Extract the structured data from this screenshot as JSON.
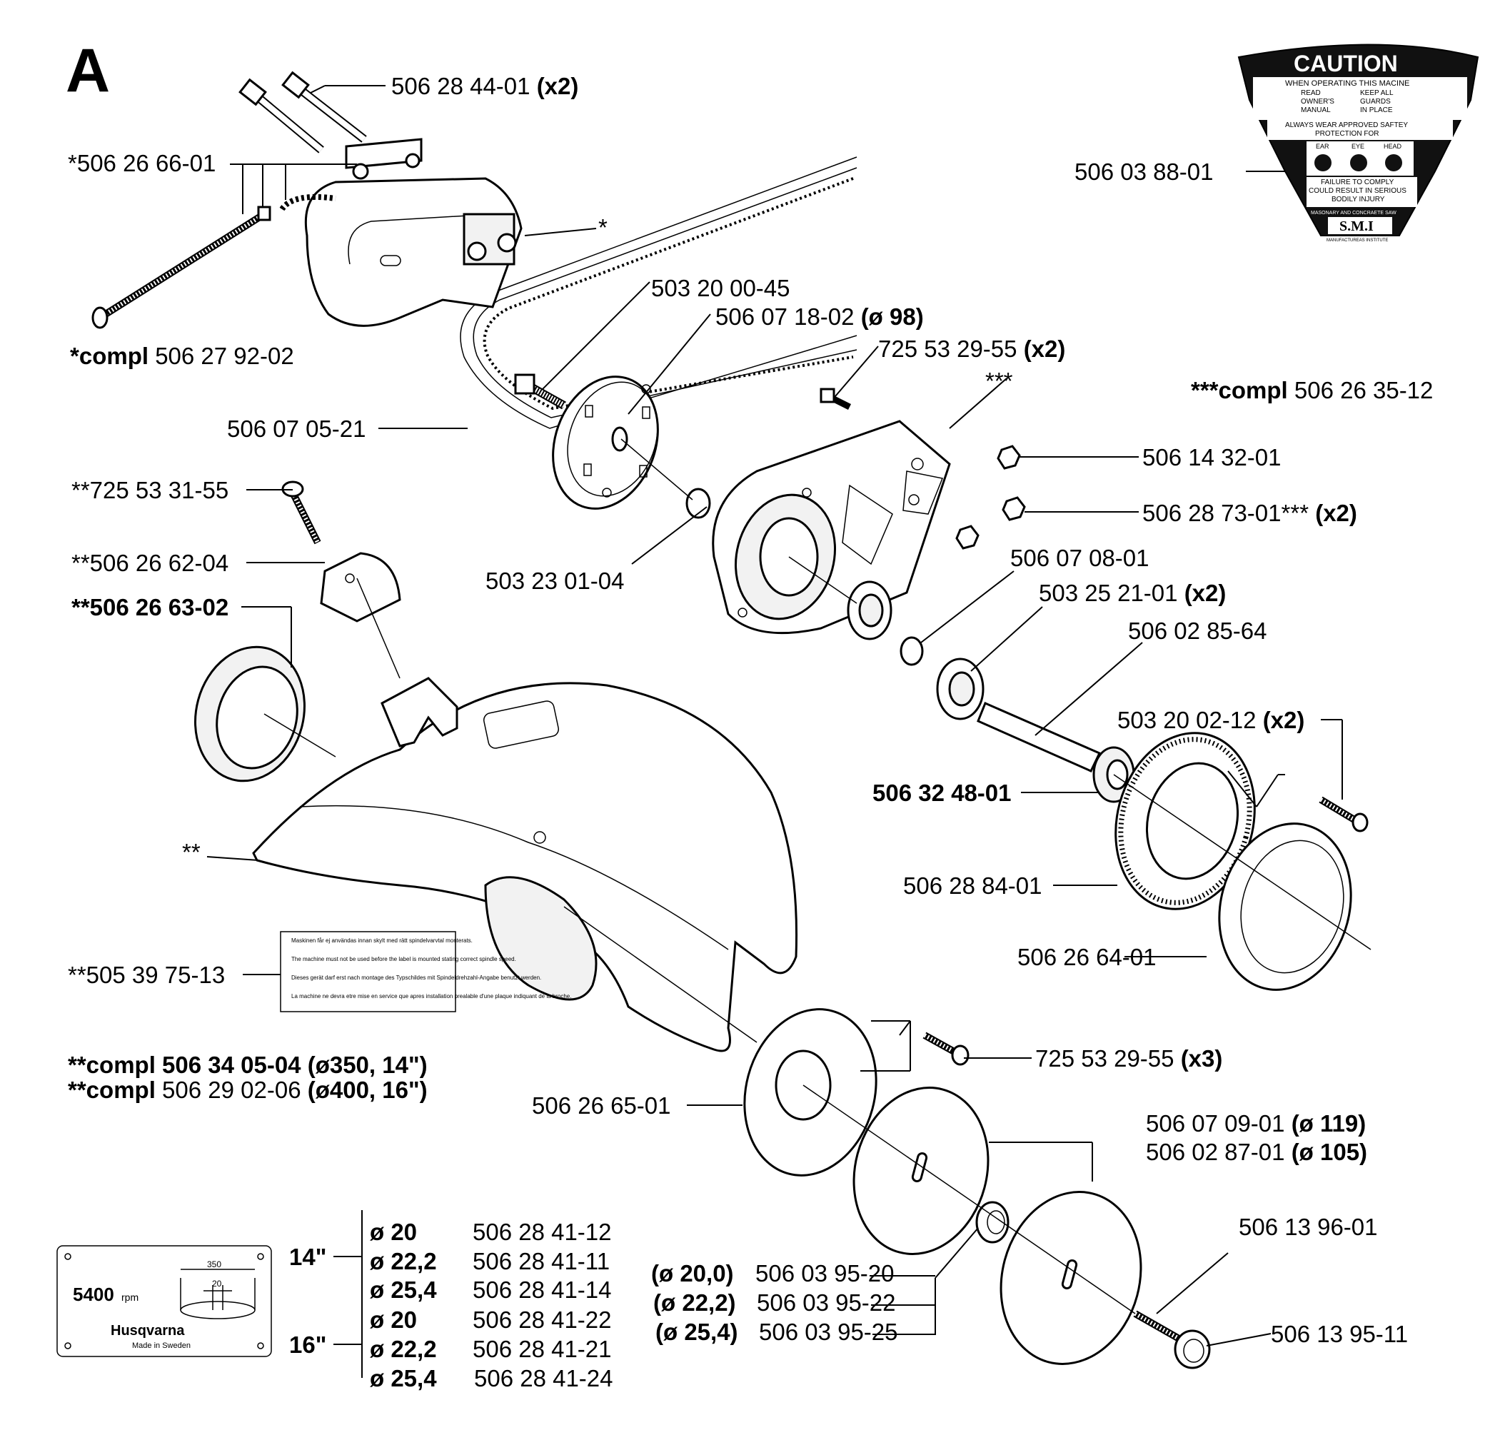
{
  "section_letter": "A",
  "labels": {
    "l_5062844": {
      "p": "506 28 44-01",
      "b": "(x2)"
    },
    "l_5062666": {
      "p": "*506 26 66-01"
    },
    "l_star": {
      "p": "*"
    },
    "l_compl1": {
      "b": "*compl",
      "p": " 506 27 92-02"
    },
    "l_5032000": {
      "p": "503 20 00-45"
    },
    "l_5060718": {
      "p": "506 07 18-02",
      "b": "(ø 98)"
    },
    "l_7255329a": {
      "p": "725 53 29-55",
      "b": "(x2)"
    },
    "l_3star": {
      "p": "***"
    },
    "l_compl3": {
      "b": "***compl",
      "p": " 506 26 35-12"
    },
    "l_5060705": {
      "p": "506 07 05-21"
    },
    "l_5061432": {
      "p": "506 14 32-01"
    },
    "l_5062873": {
      "p": "506 28 73-01***",
      "b": "(x2)"
    },
    "l_7255331": {
      "p": "**725 53 31-55"
    },
    "l_5062662": {
      "p": "**506 26 62-04"
    },
    "l_5062663": {
      "b": "**506 26 63-02"
    },
    "l_5032301": {
      "p": "503 23 01-04"
    },
    "l_5060708": {
      "p": "506 07 08-01"
    },
    "l_5032521": {
      "p": "503 25 21-01",
      "b": "(x2)"
    },
    "l_5060285": {
      "p": "506 02 85-64"
    },
    "l_5032002": {
      "p": "503 20 02-12",
      "b": "(x2)"
    },
    "l_5063248": {
      "b": "506 32 48-01"
    },
    "l_2star": {
      "p": "**"
    },
    "l_5062884": {
      "p": "506 28 84-01"
    },
    "l_5062664": {
      "p": "506 26 64-01"
    },
    "l_5053975": {
      "p": "**505 39 75-13"
    },
    "l_compl350": {
      "b": "**compl 506 34 05-04 (ø350, 14\")"
    },
    "l_compl400_a": {
      "b": "**compl",
      "p": " 506 29 02-06 "
    },
    "l_compl400_b": {
      "b": "(ø400, 16\")"
    },
    "l_7255329b": {
      "p": "725 53 29-55",
      "b": "(x3)"
    },
    "l_5062665": {
      "p": "506 26 65-01"
    },
    "l_5060709": {
      "p": "506 07 09-01",
      "b": "(ø 119)"
    },
    "l_5060287": {
      "p": "506 02 87-01",
      "b": "(ø 105)"
    },
    "l_5061396": {
      "p": "506 13 96-01"
    },
    "l_5061395": {
      "p": "506 13 95-11"
    },
    "l_5060388": {
      "p": "506 03 88-01"
    }
  },
  "washer_rows": [
    {
      "dia": "(ø 20,0)",
      "part": "506 03 95-20"
    },
    {
      "dia": "(ø 22,2)",
      "part": "506 03 95-22"
    },
    {
      "dia": "(ø 25,4)",
      "part": "506 03 95-25"
    }
  ],
  "bushing_groups": [
    {
      "size": "14\"",
      "rows": [
        {
          "dia": "ø 20",
          "part": "506 28 41-12"
        },
        {
          "dia": "ø 22,2",
          "part": "506 28 41-11"
        },
        {
          "dia": "ø 25,4",
          "part": "506 28 41-14"
        }
      ]
    },
    {
      "size": "16\"",
      "rows": [
        {
          "dia": "ø 20",
          "part": "506 28 41-22"
        },
        {
          "dia": "ø 22,2",
          "part": "506 28 41-21"
        },
        {
          "dia": "ø 25,4",
          "part": "506 28 41-24"
        }
      ]
    }
  ],
  "rating_plate": {
    "rpm_value": "5400",
    "rpm_unit": "rpm",
    "dim_outer": "350",
    "dim_inner": "20",
    "brand": "Husqvarna",
    "origin": "Made in Sweden"
  },
  "caution_decal": {
    "title": "CAUTION",
    "line1": "WHEN OPERATING THIS MACINE",
    "box1": [
      "READ",
      "OWNER'S",
      "MANUAL"
    ],
    "box2": [
      "KEEP ALL",
      "GUARDS",
      "IN PLACE"
    ],
    "line2": "ALWAYS WEAR APPROVED SAFTEY",
    "line3": "PROTECTION FOR",
    "icons": [
      "EAR",
      "EYE",
      "HEAD"
    ],
    "warn": [
      "FAILURE TO COMPLY",
      "COULD RESULT IN SERIOUS",
      "BODILY INJURY"
    ],
    "saw": "MASONARY AND CONCRAETE SAW",
    "org": "S.M.I",
    "org_full": "MANUFACTUREAS INSTITUTE"
  },
  "spindle_label": [
    "Maskinen får ej användas innan skylt med rätt spindelvarvtal monterats.",
    "The machine must not be used before the label is mounted stating correct spindle speed.",
    "Dieses gerät darf erst nach montage des Typschildes mit Spindeldrehzahl-Angabe benutzt werden.",
    "La machine ne devra etre mise en service que apres installation prealable d'une plaque indiquant de la broche."
  ]
}
